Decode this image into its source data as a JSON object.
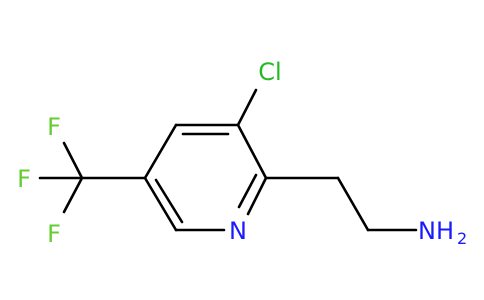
{
  "molecule": {
    "atoms": {
      "chlorine": "Cl",
      "ring_nitrogen": "N",
      "amine": "NH",
      "amine_subscript": "2",
      "fluorine_1": "F",
      "fluorine_2": "F",
      "fluorine_3": "F"
    },
    "colors": {
      "chlorine": "#22bb22",
      "nitrogen": "#1a1aff",
      "fluorine": "#66cc33",
      "bond": "#000000",
      "background": "#ffffff"
    }
  }
}
